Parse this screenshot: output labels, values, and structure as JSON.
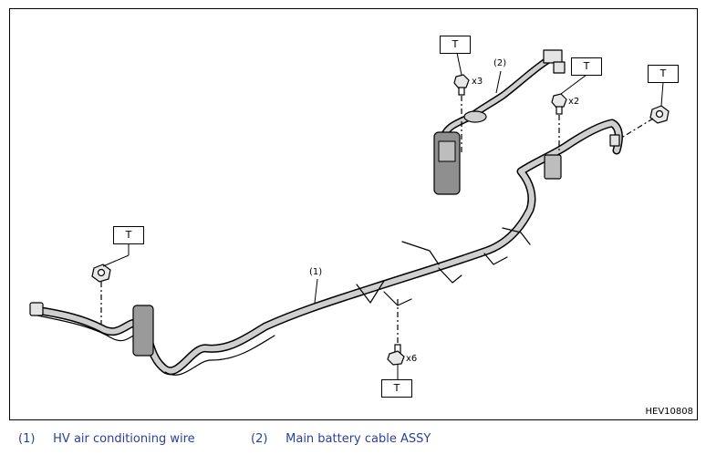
{
  "diagram": {
    "figure_id": "HEV10808",
    "torque_label": "T",
    "callouts": [
      {
        "id": "1",
        "label": "(1)"
      },
      {
        "id": "2",
        "label": "(2)"
      }
    ],
    "fastener_counts": {
      "bolt_top": "x3",
      "bolt_mid": "x2",
      "bolt_bottom": "x6"
    }
  },
  "legend": [
    {
      "num": "(1)",
      "text": "HV air conditioning wire"
    },
    {
      "num": "(2)",
      "text": "Main battery cable ASSY"
    }
  ],
  "colors": {
    "legend_text": "#2a3f9b",
    "line": "#000000",
    "cable_fill": "#cfcfcf"
  }
}
